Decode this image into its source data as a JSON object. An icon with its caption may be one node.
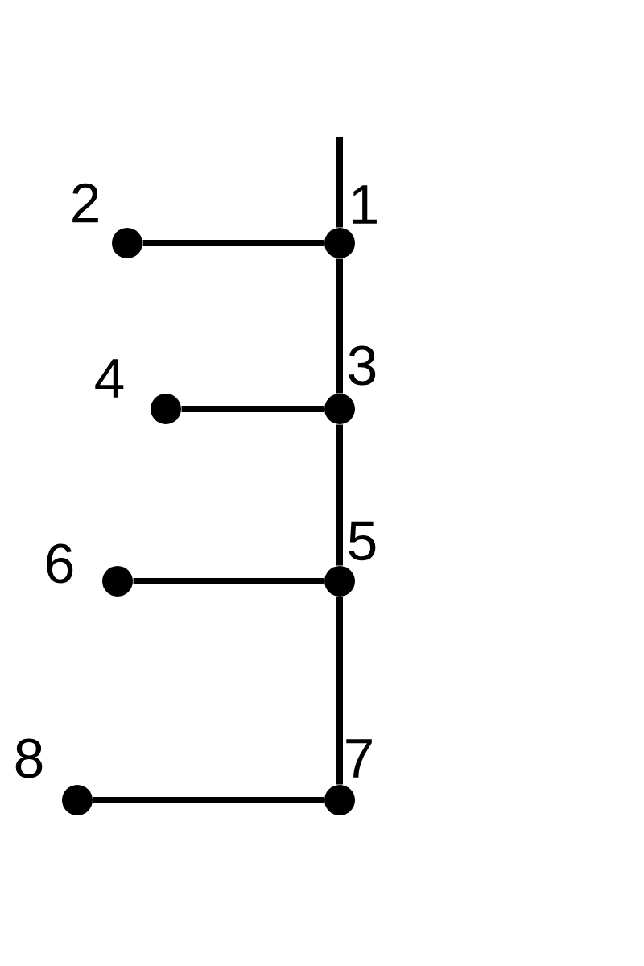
{
  "diagram": {
    "nodes": [
      {
        "text": [],
        "shape": "circle",
        "beside": [
          "1"
        ]
      },
      {
        "text": [],
        "shape": "circle",
        "beside": [
          "2"
        ]
      },
      {
        "text": [],
        "shape": "circle",
        "beside": [
          "3"
        ]
      },
      {
        "text": [],
        "shape": "circle",
        "beside": [
          "4"
        ]
      },
      {
        "text": [],
        "shape": "circle",
        "beside": [
          "5"
        ]
      },
      {
        "text": [],
        "shape": "circle",
        "beside": [
          "6"
        ]
      },
      {
        "text": [],
        "shape": "circle",
        "beside": [
          "7"
        ]
      },
      {
        "text": [],
        "shape": "circle",
        "beside": [
          "8"
        ]
      }
    ],
    "edges": [
      {
        "from": null,
        "to": 0,
        "arrow": "none"
      },
      {
        "from": 1,
        "to": 0,
        "arrow": "none"
      },
      {
        "from": 0,
        "to": 2,
        "arrow": "none"
      },
      {
        "from": 3,
        "to": 2,
        "arrow": "none"
      },
      {
        "from": 2,
        "to": 4,
        "arrow": "none"
      },
      {
        "from": 5,
        "to": 4,
        "arrow": "none"
      },
      {
        "from": 4,
        "to": 6,
        "arrow": "none"
      },
      {
        "from": 7,
        "to": 6,
        "arrow": "none"
      }
    ]
  }
}
